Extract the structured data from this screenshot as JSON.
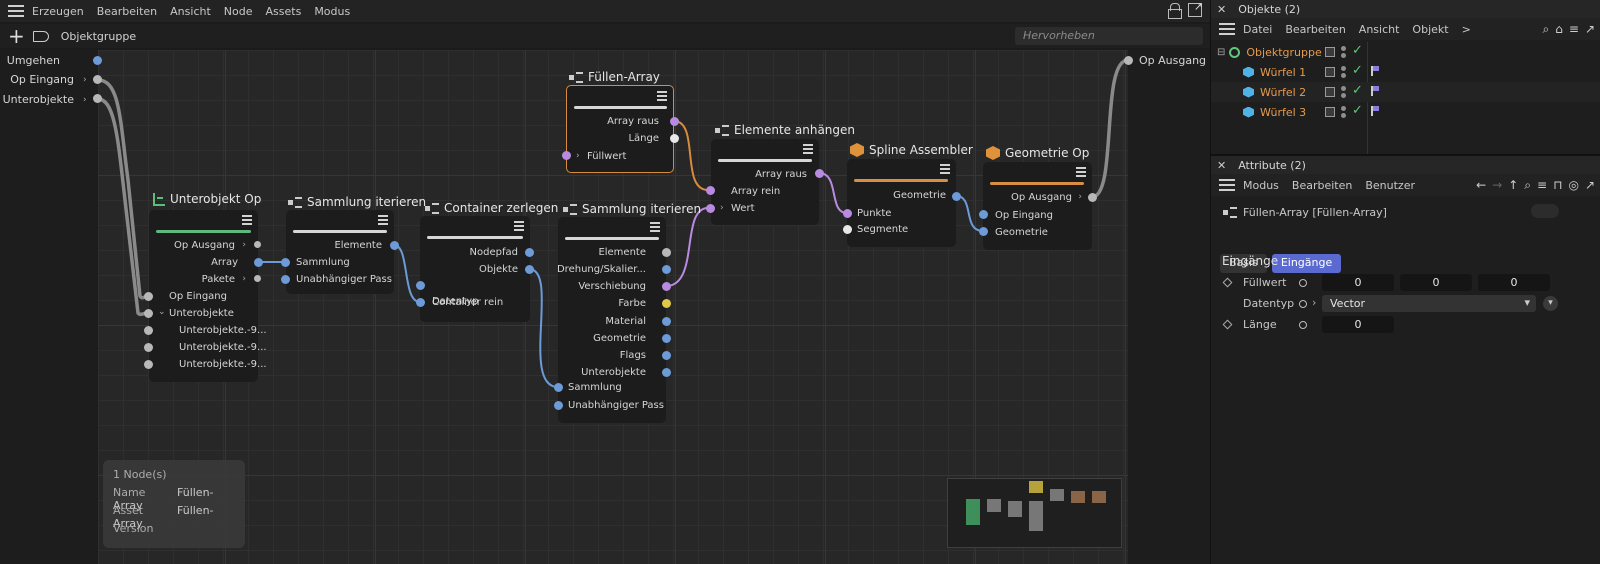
{
  "menubar": {
    "items": [
      "Erzeugen",
      "Bearbeiten",
      "Ansicht",
      "Node",
      "Assets",
      "Modus"
    ]
  },
  "toolbar": {
    "breadcrumb": "Objektgruppe",
    "search_placeholder": "Hervorheben"
  },
  "graph": {
    "inputs": [
      "Umgehen",
      "Op Eingang",
      "Unterobjekte"
    ],
    "output": "Op Ausgang",
    "nodes": {
      "unterobjekt": {
        "title": "Unterobjekt Op",
        "outputs": [
          "Op Ausgang",
          "Array",
          "Pakete"
        ],
        "inputs": [
          "Op Eingang",
          "Unterobjekte",
          "Unterobjekte.-9...",
          "Unterobjekte.-9...",
          "Unterobjekte.-9..."
        ]
      },
      "sammlung1": {
        "title": "Sammlung iterieren",
        "outputs": [
          "Elemente"
        ],
        "inputs": [
          "Sammlung",
          "Unabhängiger Pass"
        ]
      },
      "container": {
        "title": "Container zerlegen",
        "outputs": [
          "Nodepfad",
          "Objekte"
        ],
        "inputs": [
          "Datentyp",
          "Container rein"
        ]
      },
      "fuellen": {
        "title": "Füllen-Array",
        "outputs": [
          "Array raus",
          "Länge"
        ],
        "inputs": [
          "Füllwert"
        ]
      },
      "sammlung2": {
        "title": "Sammlung iterieren",
        "outputs": [
          "Elemente",
          "Drehung/Skalier...",
          "Verschiebung",
          "Farbe",
          "Material",
          "Geometrie",
          "Flags",
          "Unterobjekte"
        ],
        "inputs": [
          "Sammlung",
          "Unabhängiger Pass"
        ]
      },
      "elemente": {
        "title": "Elemente anhängen",
        "outputs": [
          "Array raus"
        ],
        "inputs": [
          "Array rein",
          "Wert"
        ]
      },
      "spline": {
        "title": "Spline Assembler",
        "outputs": [
          "Geometrie"
        ],
        "inputs": [
          "Punkte",
          "Segmente"
        ]
      },
      "geometrie": {
        "title": "Geometrie Op",
        "outputs": [
          "Op Ausgang"
        ],
        "inputs": [
          "Op Eingang",
          "Geometrie"
        ]
      }
    }
  },
  "info": {
    "count": "1 Node(s)",
    "name_label": "Name",
    "name_value": "Füllen-Array",
    "asset_label": "Asset",
    "asset_value": "Füllen-Array",
    "version_label": "Version"
  },
  "objects_panel": {
    "title": "Objekte (2)",
    "menu": [
      "Datei",
      "Bearbeiten",
      "Ansicht",
      "Objekt"
    ],
    "more": ">",
    "rows": [
      {
        "name": "Objektgruppe"
      },
      {
        "name": "Würfel 1"
      },
      {
        "name": "Würfel 2"
      },
      {
        "name": "Würfel 3"
      }
    ]
  },
  "attributes_panel": {
    "title": "Attribute (2)",
    "menu": [
      "Modus",
      "Bearbeiten",
      "Benutzer"
    ],
    "object_title": "Füllen-Array [Füllen-Array]",
    "tabs": [
      "Basis",
      "Eingänge"
    ],
    "section": "Eingänge",
    "fuellwert_label": "Füllwert",
    "fuellwert_values": [
      "0",
      "0",
      "0"
    ],
    "datentyp_label": "Datentyp",
    "datentyp_value": "Vector",
    "laenge_label": "Länge",
    "laenge_value": "0"
  },
  "colors": {
    "accent": "#5a6ad0",
    "selection": "#d68b3e",
    "object_name": "#e79a4a",
    "check": "#5ec77a"
  }
}
